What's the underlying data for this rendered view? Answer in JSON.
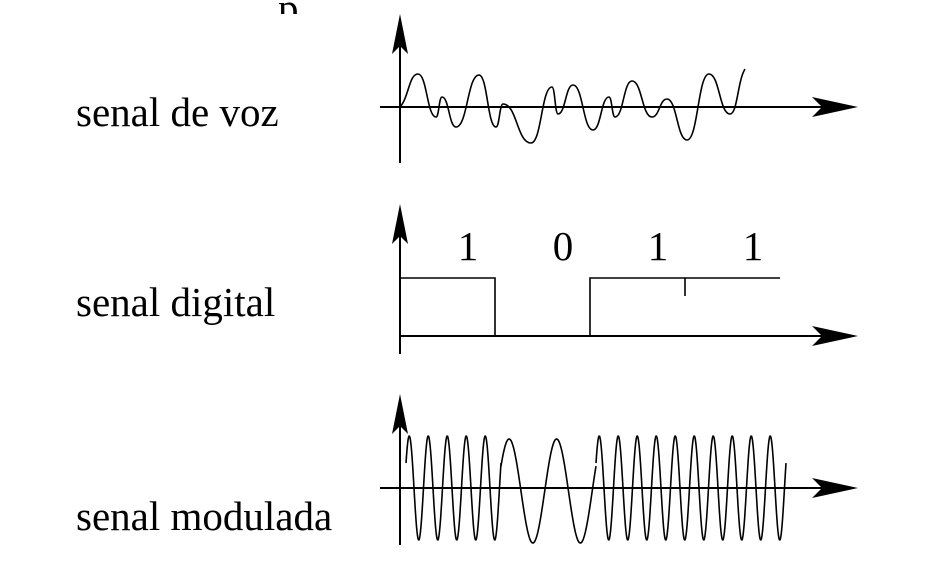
{
  "top_fragment": "p",
  "labels": {
    "voice": "senal de voz",
    "digital": "senal digital",
    "modulated": "senal modulada"
  },
  "digital_bits": [
    "1",
    "0",
    "1",
    "1"
  ],
  "colors": {
    "stroke": "#000000",
    "background": "#ffffff"
  }
}
